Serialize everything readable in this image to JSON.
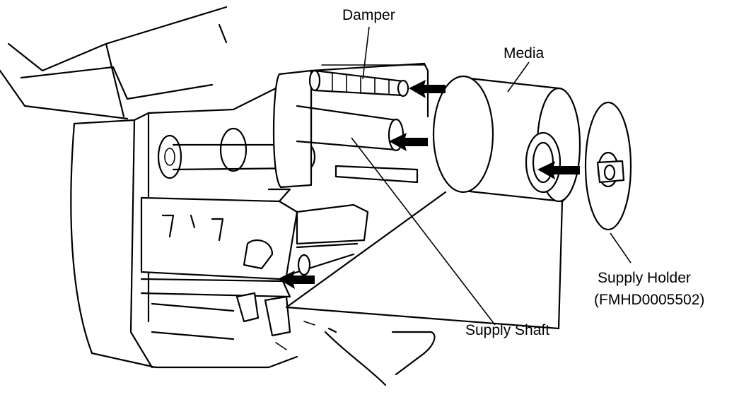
{
  "labels": {
    "damper": "Damper",
    "media": "Media",
    "supply_holder": "Supply Holder",
    "supply_holder_part": "(FMHD0005502)",
    "supply_shaft": "Supply Shaft"
  }
}
